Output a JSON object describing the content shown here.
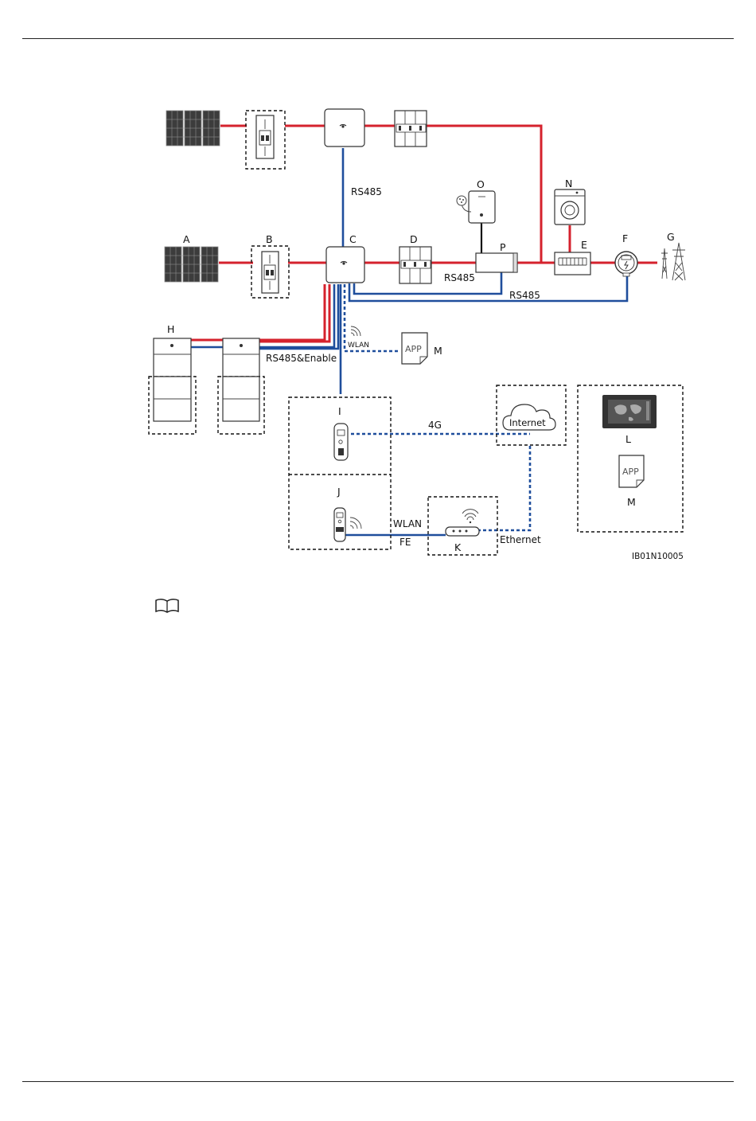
{
  "labels": {
    "A": "A",
    "B": "B",
    "C": "C",
    "D": "D",
    "E": "E",
    "F": "F",
    "G": "G",
    "H": "H",
    "I": "I",
    "J": "J",
    "K": "K",
    "L": "L",
    "M": "M",
    "M2": "M",
    "N": "N",
    "O": "O",
    "P": "P"
  },
  "connections": {
    "rs485_upper": "RS485",
    "rs485_meter_p": "RS485",
    "rs485_meter_f": "RS485",
    "rs485_enable": "RS485&Enable",
    "wlan_app": "WLAN",
    "four_g": "4G",
    "wlan_router": "WLAN",
    "fe": "FE",
    "ethernet": "Ethernet"
  },
  "devices": {
    "internet": "Internet",
    "app": "APP",
    "app2": "APP"
  },
  "figure_id": "IB01N10005",
  "colors": {
    "ac_dc_power": "#d5222d",
    "signal": "#1f4e9c",
    "dashed_box": "#111111"
  },
  "icons": {
    "note": "book-icon"
  }
}
